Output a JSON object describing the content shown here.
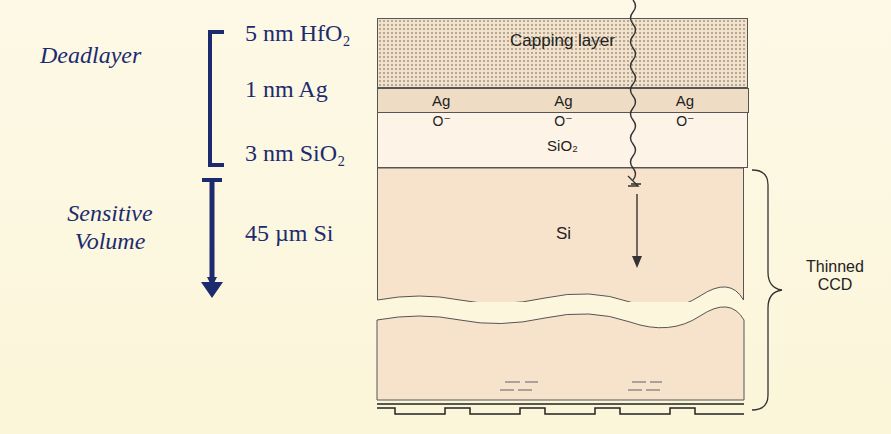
{
  "diagram": {
    "nodes": [
      {
        "text": [
          "Capping layer"
        ]
      },
      {
        "text": [
          "Ag"
        ]
      },
      {
        "text": [
          "Ag"
        ]
      },
      {
        "text": [
          "Ag"
        ]
      },
      {
        "text": [
          "SiO₂"
        ]
      },
      {
        "text": [
          "O⁻"
        ],
        "in": 4
      },
      {
        "text": [
          "O⁻"
        ],
        "in": 4
      },
      {
        "text": [
          "O⁻"
        ],
        "in": 4
      },
      {
        "text": [
          "Si"
        ]
      }
    ],
    "labels": [
      "Deadlayer",
      "5 nm HfO₂",
      "1 nm Ag",
      "3 nm SiO₂",
      "Sensitive Volume",
      "45 µm Si",
      "Thinned CCD"
    ]
  }
}
